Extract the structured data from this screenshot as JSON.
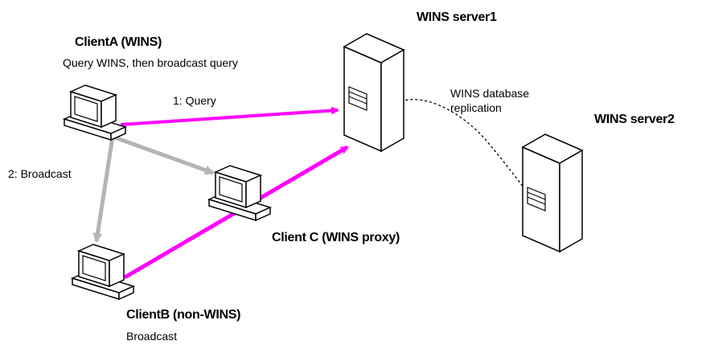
{
  "labels": {
    "client_a_title": "ClientA (WINS)",
    "client_a_desc": "Query WINS, then broadcast query",
    "server1_title": "WINS server1",
    "server2_title": "WINS server2",
    "query_step": "1: Query",
    "broadcast_step": "2: Broadcast",
    "replication_line1": "WINS database",
    "replication_line2": "replication",
    "client_c_title": "Client C (WINS proxy)",
    "client_b_title": "ClientB (non-WINS)",
    "client_b_desc": "Broadcast"
  },
  "colors": {
    "query_arrow": "#ff00ff",
    "broadcast_arrow": "#b4b4b4",
    "replication_arrow": "#000000",
    "outline": "#000000",
    "fill": "#ffffff"
  },
  "icons": [
    "computer-icon",
    "server-icon"
  ]
}
